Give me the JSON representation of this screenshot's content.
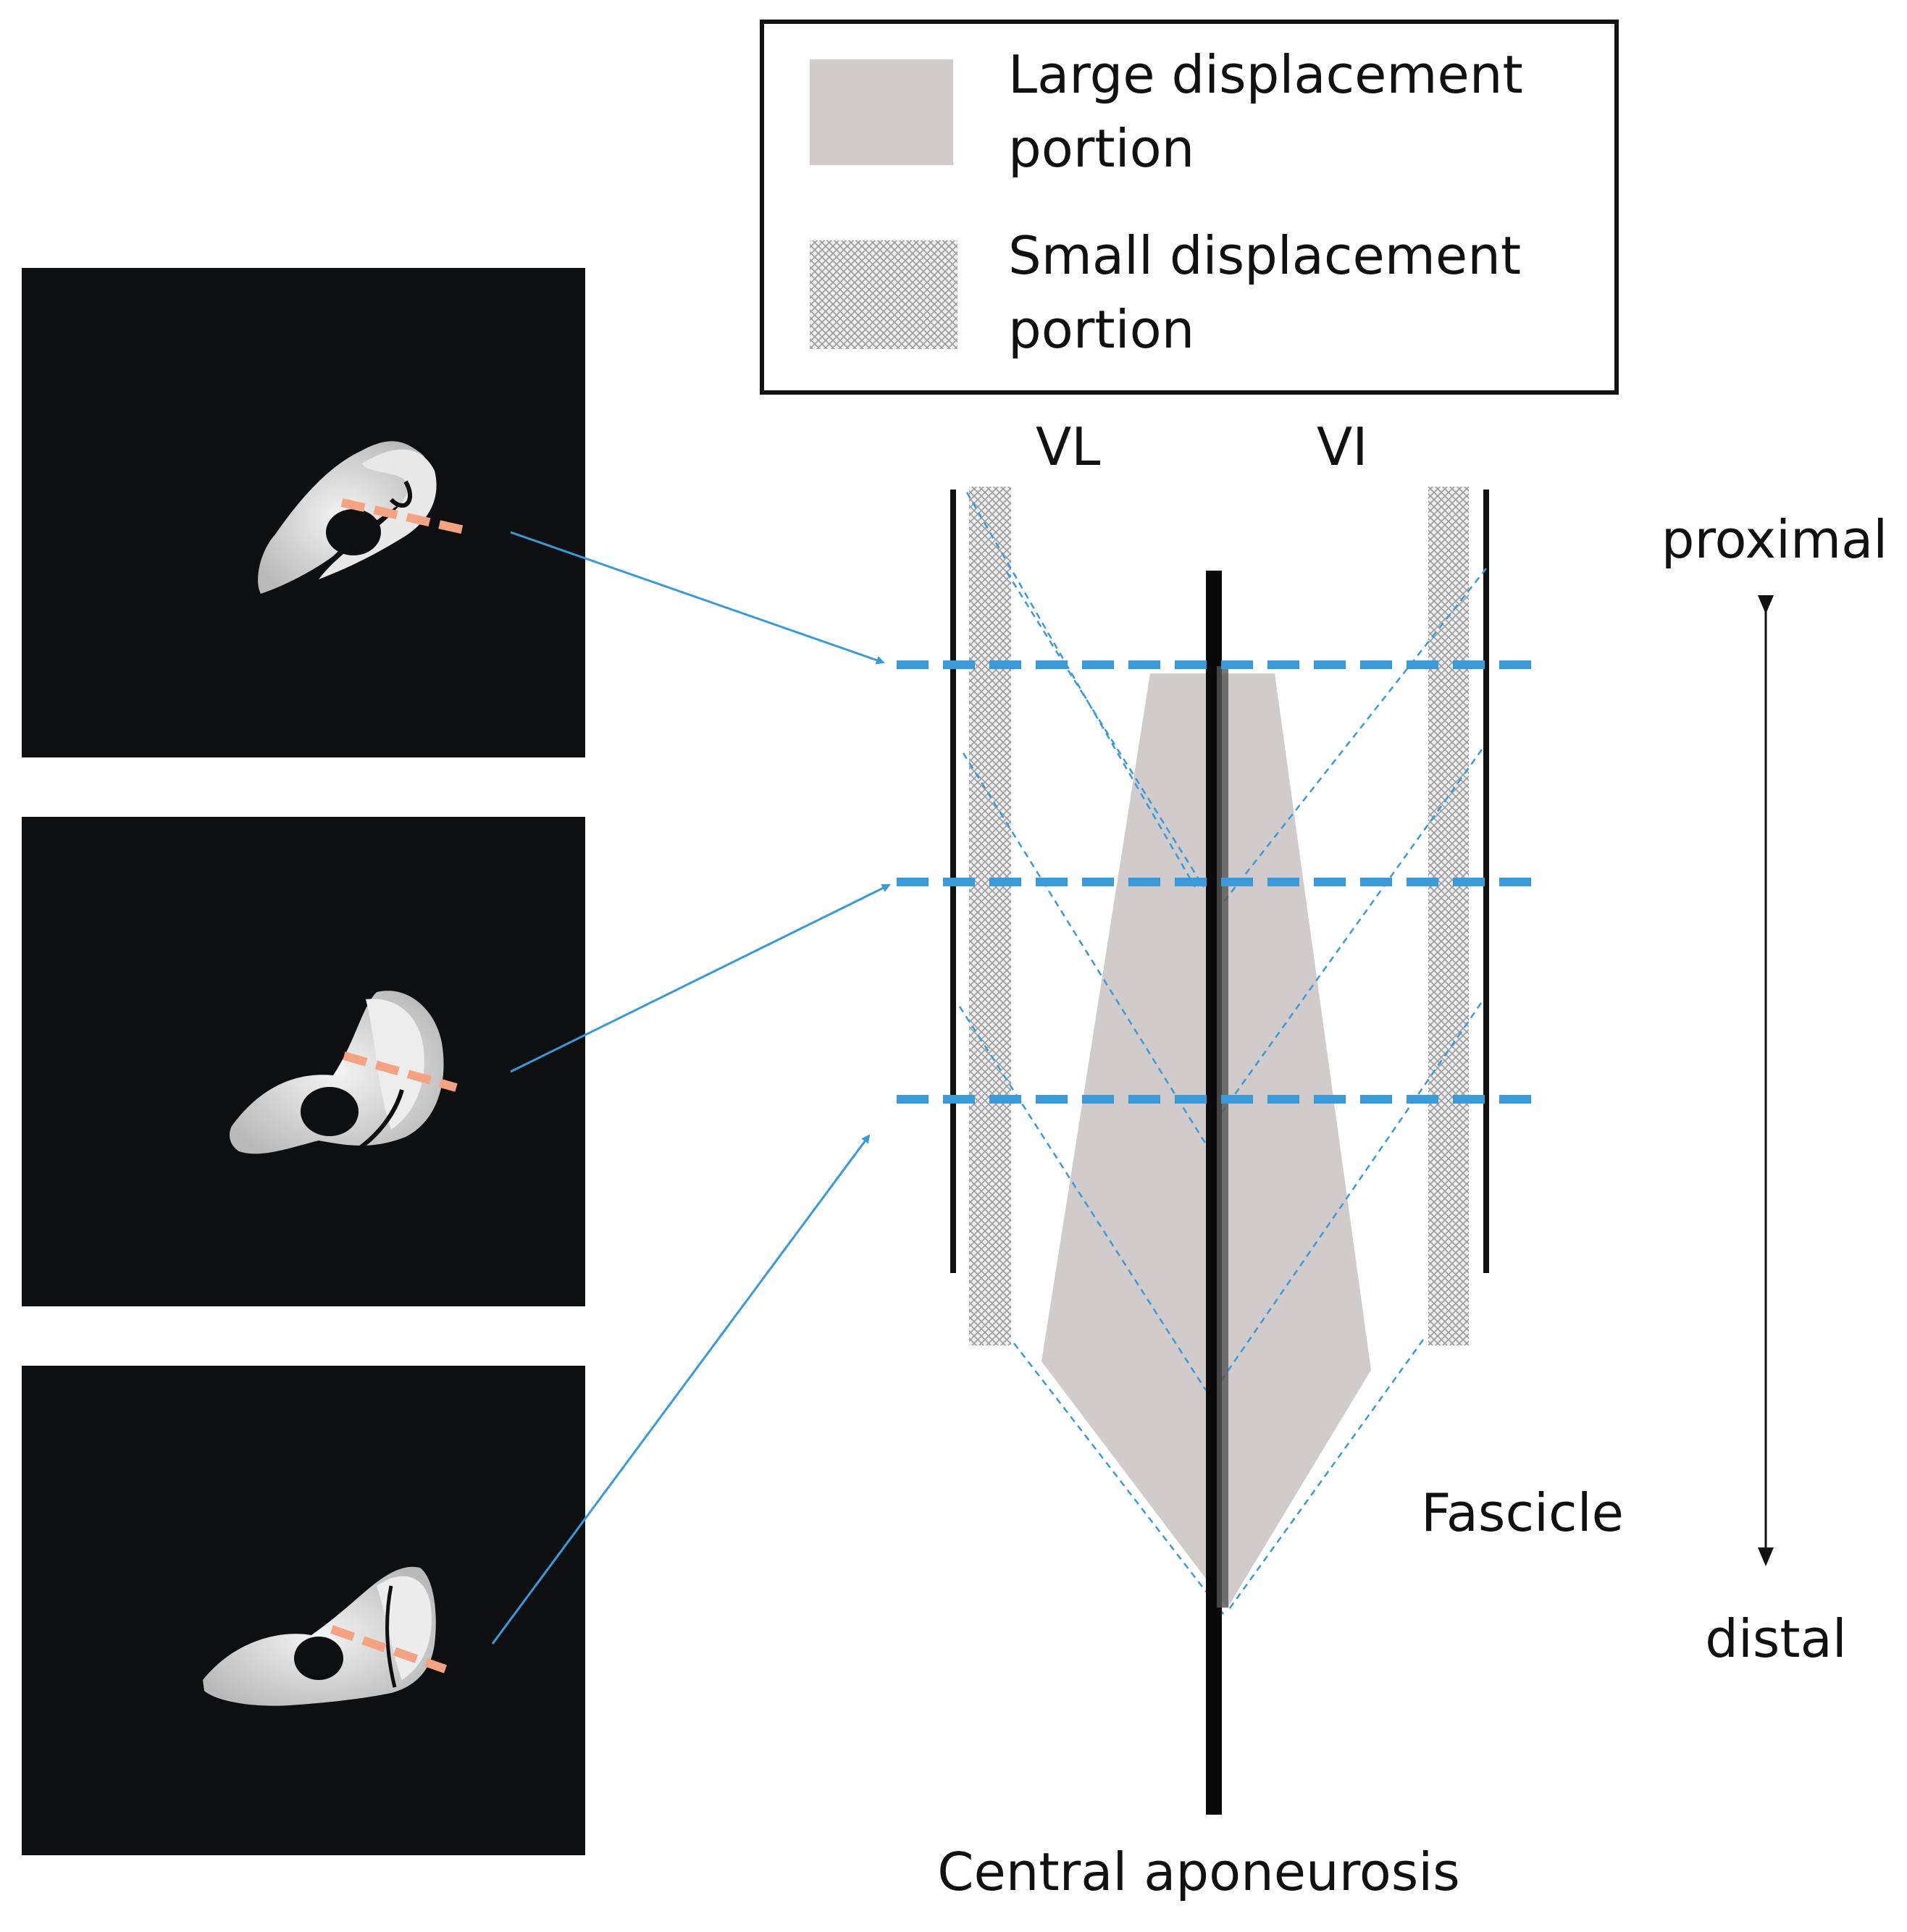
{
  "legend": {
    "large_line1": "Large displacement",
    "large_line2": "portion",
    "small_line1": "Small displacement",
    "small_line2": "portion"
  },
  "labels": {
    "vl": "VL",
    "vi": "VI",
    "proximal": "proximal",
    "distal": "distal",
    "fascicle": "Fascicle",
    "central_aponeurosis": "Central aponeurosis"
  },
  "colors": {
    "panel_bg": "#0e0f11",
    "large_fill": "#d1cbcc",
    "small_fill": "#dcdcdc",
    "slice_line": "#3a9ad9",
    "section_marker": "#f3a381",
    "aponeurosis": "#0a0a0a"
  },
  "panels": [
    {
      "name": "mri-slice-proximal"
    },
    {
      "name": "mri-slice-middle"
    },
    {
      "name": "mri-slice-distal"
    }
  ]
}
